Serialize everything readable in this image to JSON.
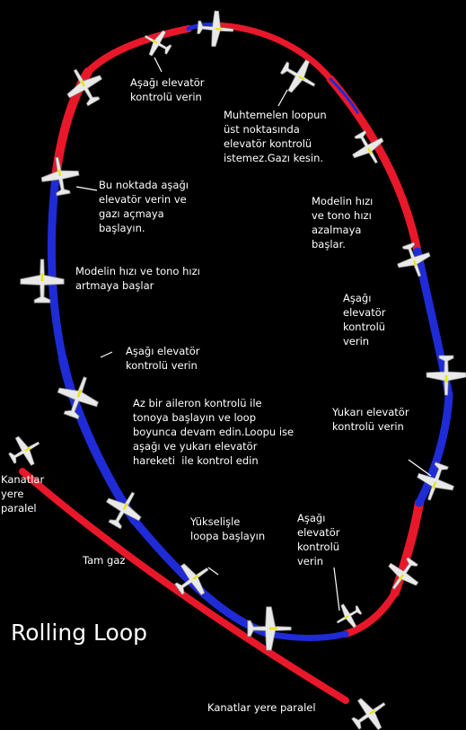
{
  "title": "Rolling Loop",
  "colors": {
    "background": "#000000",
    "ribbon_red": "#e8182a",
    "ribbon_blue": "#1f2bd6",
    "aircraft_body": "#ffffff",
    "aircraft_accent": "#e6e600",
    "leader_line": "#ffffff"
  },
  "labels": {
    "top_left_elevator": "Aşağı elevatör\nkontrolü verin",
    "top_of_loop": "Muhtemelen loopun\nüst noktasında\nelevatör kontrolü\nistemez.Gazı kesin.",
    "left_start_down": "Bu noktada aşağı\nelevatör verin ve\ngazı açmaya\nbaşlayın.",
    "right_slowing": "Modelin hızı\nve tono hızı\nazalmaya\nbaşlar.",
    "left_speed_increase": "Modelin hızı ve tono hızı\nartmaya başlar",
    "right_down_elevator": "Aşağı\nelevatör\nkontrolü\nverin",
    "left_down_elevator": "Aşağı elevatör\nkontrolü verin",
    "center_instructions": "Az bir aileron kontrolü ile\ntonoya başlayın ve loop\nboyunca devam edin.Loopu ise\naşağı ve yukarı elevatör\nhareketi  ile kontrol edin",
    "right_up_elevator": "Yukarı elevatör\nkontrolü verin",
    "wings_level_left": "Kanatlar\nyere\nparalel",
    "climb_start": "Yükselişle\nloopa başlayın",
    "full_throttle": "Tam gaz",
    "bottom_right_elevator": "Aşağı\nelevatör\nkontrolü\nverin",
    "wings_level_bottom": "Kanatlar yere paralel"
  }
}
